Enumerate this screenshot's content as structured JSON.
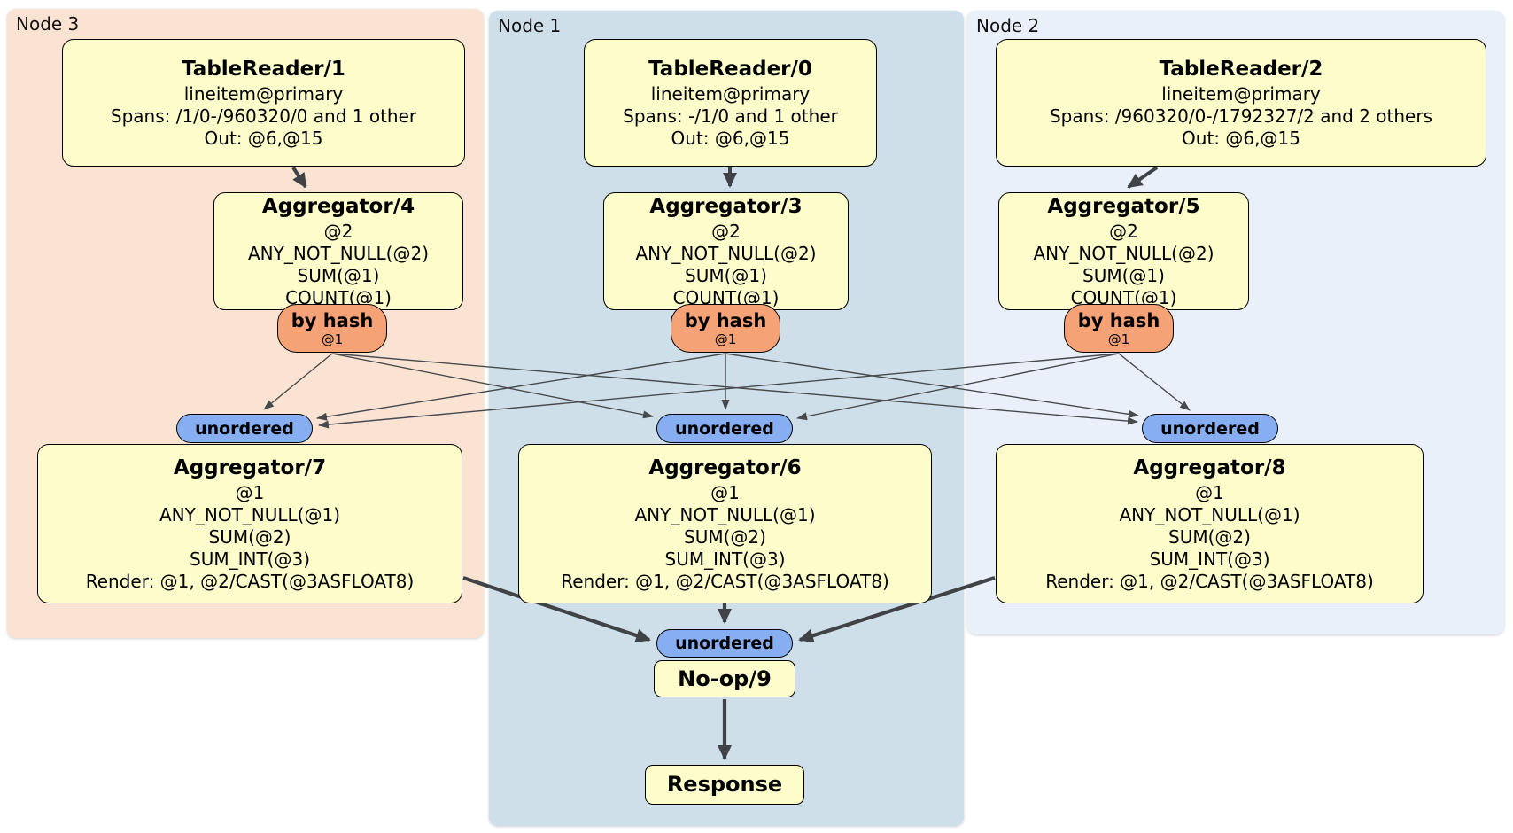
{
  "diagram": {
    "regions": [
      {
        "label": "Node 3"
      },
      {
        "label": "Node 1"
      },
      {
        "label": "Node 2"
      }
    ],
    "router": {
      "label": "by hash",
      "sub": "@1"
    },
    "sync": {
      "label": "unordered"
    },
    "nodes": {
      "tr1": {
        "title": "TableReader/1",
        "lines": [
          "lineitem@primary",
          "Spans: /1/0-/960320/0 and 1 other",
          "Out: @6,@15"
        ]
      },
      "tr0": {
        "title": "TableReader/0",
        "lines": [
          "lineitem@primary",
          "Spans: -/1/0 and 1 other",
          "Out: @6,@15"
        ]
      },
      "tr2": {
        "title": "TableReader/2",
        "lines": [
          "lineitem@primary",
          "Spans: /960320/0-/1792327/2 and 2 others",
          "Out: @6,@15"
        ]
      },
      "agg4": {
        "title": "Aggregator/4",
        "lines": [
          "@2",
          "ANY_NOT_NULL(@2)",
          "SUM(@1)",
          "COUNT(@1)"
        ]
      },
      "agg3": {
        "title": "Aggregator/3",
        "lines": [
          "@2",
          "ANY_NOT_NULL(@2)",
          "SUM(@1)",
          "COUNT(@1)"
        ]
      },
      "agg5": {
        "title": "Aggregator/5",
        "lines": [
          "@2",
          "ANY_NOT_NULL(@2)",
          "SUM(@1)",
          "COUNT(@1)"
        ]
      },
      "agg7": {
        "title": "Aggregator/7",
        "lines": [
          "@1",
          "ANY_NOT_NULL(@1)",
          "SUM(@2)",
          "SUM_INT(@3)",
          "Render: @1, @2/CAST(@3ASFLOAT8)"
        ]
      },
      "agg6": {
        "title": "Aggregator/6",
        "lines": [
          "@1",
          "ANY_NOT_NULL(@1)",
          "SUM(@2)",
          "SUM_INT(@3)",
          "Render: @1, @2/CAST(@3ASFLOAT8)"
        ]
      },
      "agg8": {
        "title": "Aggregator/8",
        "lines": [
          "@1",
          "ANY_NOT_NULL(@1)",
          "SUM(@2)",
          "SUM_INT(@3)",
          "Render: @1, @2/CAST(@3ASFLOAT8)"
        ]
      },
      "noop": {
        "title": "No-op/9"
      },
      "response": {
        "title": "Response"
      }
    },
    "colors": {
      "canvas_bg": "#ffffff",
      "region_node3": "#fbe3d3",
      "region_node1": "#cfdfe9",
      "region_node2": "#eaf0f9",
      "node_fill": "#fdfccb",
      "node_border": "#000000",
      "router_fill": "#f5a277",
      "sync_fill": "#87aef1",
      "edge": "#3f4346"
    }
  }
}
